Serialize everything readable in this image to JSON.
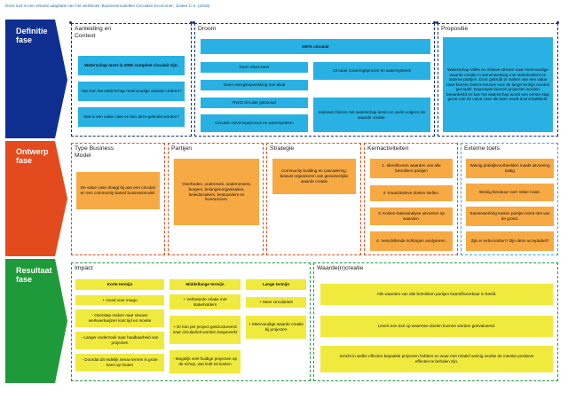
{
  "caption": "Deze tool is een virtuele adaptatie van het werkboek 'Businessmodellen Circulaire Economie', Jonker C.S. (2018)",
  "colors": {
    "definitie": "#0e2f8f",
    "ontwerp": "#e34b1e",
    "resultaat": "#1f9a3a",
    "cyan_box": "#29b1e3",
    "orange_box": "#f7a944",
    "yellow_box": "#f0ea3e",
    "light_blue_border": "#3aa3e0"
  },
  "phases": {
    "definitie": [
      "Definitie",
      "fase"
    ],
    "ontwerp": [
      "Ontwerp",
      "fase"
    ],
    "resultaat": [
      "Resultaat",
      "fase"
    ]
  },
  "definitie": {
    "aanleiding": {
      "title_lines": [
        "Aanleiding en",
        "Context"
      ],
      "items": [
        "Waterschap moet in 2050 compleet circulair zijn.",
        "Hoe kan het waterschap meervoudige waarde creëren?",
        "Wat is een value case en kan deze gebruikt worden?"
      ]
    },
    "droom": {
      "title": "Droom",
      "header": "100% circulair",
      "left_items": [
        "Geen afval meer",
        "Geen energieopwekking met afval",
        "RWZI circulair gebouwd",
        "Circulair zuiveringsproces en watersysteem"
      ],
      "right_items": [
        "Circulair zuiveringsproces en watersysteem",
        "Iedereen binnen het waterschap denkt en werkt volgens de waarde creatie."
      ]
    },
    "propositie": {
      "title": "Propositie",
      "text": "Waterschap Vallei en Veluwe streven naar meervoudige waarde creatie in samenwerking met stakeholders en externe partijen. Door gebruik te maken van een value case kunnen betere keuzes voor de lange termijn worden gemaakt. Daarnaast kunnen projecten worden beoordeeld en kan het waterschap wordt een eerste stap gezet met de value case die later wordt doorontwikkeld."
    }
  },
  "ontwerp": {
    "type_business_model": {
      "title_lines": [
        "Type Business",
        "Model"
      ],
      "text": "De value case draagt bij aan een circulair en een community-based businessmodel."
    },
    "partijen": {
      "title": "Partijen",
      "text": "Overheden, onderzoek, ondernemers, burgers, belangenorganisaties, beleidsmakers, bestuurders en leveranciers."
    },
    "strategie": {
      "title": "Strategie",
      "text": "Community building en cascadering: bewust organiseren van gezamenlijke waarde creatie"
    },
    "kernactiviteiten": {
      "title": "Kernactiviteiten",
      "items": [
        "1. Identificeren waarden van alle betrokken partijen",
        "2. Kwantitatieve doelen stellen.",
        "3. Kosten-batenanalyse uitvoeren op waarden.",
        "4. Verschillende richtingen analyseren."
      ]
    },
    "externe_toets": {
      "title": "Externe toets",
      "items": [
        "Weinig praktijkvoorbeelden maakt uitvoering lastig",
        "Weinig literatuur over Value Case.",
        "Samenwerking tussen partijen komt niet van de grond.",
        "Zijn er extra kosten? Zijn deze acceptabel?"
      ]
    }
  },
  "resultaat": {
    "impact": {
      "title": "Impact",
      "korte_termijn": {
        "header": "Korte termijn",
        "items": [
          "+ Goed voor imago",
          "- Overstap maken naar nieuwe werkwerkwijzen kost tijd en moeite",
          "- Langer onderzoek naar haalbaarheid van projecten",
          "- Doordat dit redelijk nieuw terrein is grote kans op fouten"
        ]
      },
      "middellange_termijn": {
        "header": "Middellange termijn",
        "items": [
          "+ Verbeterde relatie met stakeholders",
          "+ Er kan per project gestructureerd naar circulariteit worden toegewerkt",
          "- Mogelijk veel huidige projecten op de schop, wat leidt tot kosten"
        ]
      },
      "lange_termijn": {
        "header": "Lange termijn",
        "items": [
          "+ Meer circulariteit",
          "+ Meervoudige waarde creatie bij projecten"
        ]
      }
    },
    "waardecreatie": {
      "title": "Waarde(n)creatie",
      "items": [
        "Alle waarden van alle betrokken partijen kwantificeerbaar in beeld.",
        "Levert een tool op waarmee doelen kunnen worden geëvalueerd.",
        "Inzicht in welke effecten bepaalde projecten hebben en waar met relatief weinig moeite de meeste positieve effecten te behalen zijn."
      ]
    }
  }
}
